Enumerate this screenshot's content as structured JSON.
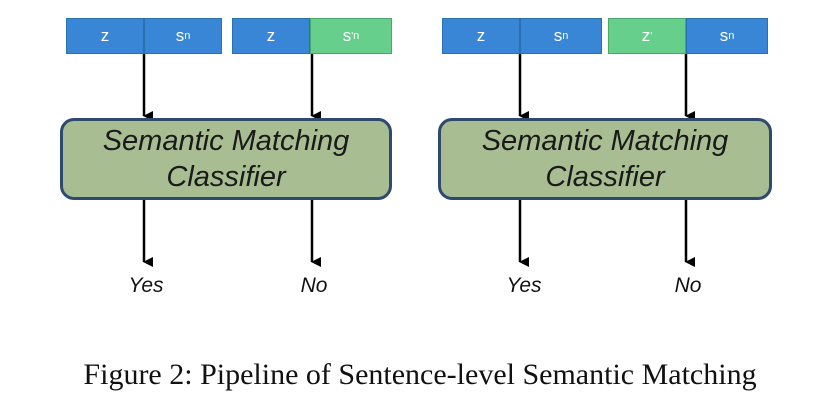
{
  "left_panel": {
    "tokens": [
      {
        "main": "z",
        "sub": "",
        "sup": "",
        "color": "blue"
      },
      {
        "main": "s",
        "sub": "n",
        "sup": "",
        "color": "blue"
      },
      {
        "main": "z",
        "sub": "",
        "sup": "",
        "color": "blue"
      },
      {
        "main": "s",
        "sub": "n",
        "sup": "'",
        "color": "green"
      }
    ],
    "classifier": {
      "line1": "Semantic Matching",
      "line2": "Classifier"
    },
    "outputs": [
      "Yes",
      "No"
    ]
  },
  "right_panel": {
    "tokens": [
      {
        "main": "z",
        "sub": "",
        "sup": "",
        "color": "blue"
      },
      {
        "main": "s",
        "sub": "n",
        "sup": "",
        "color": "blue"
      },
      {
        "main": "z",
        "sub": "",
        "sup": "'",
        "color": "green"
      },
      {
        "main": "s",
        "sub": "n",
        "sup": "",
        "color": "blue"
      }
    ],
    "classifier": {
      "line1": "Semantic Matching",
      "line2": "Classifier"
    },
    "outputs": [
      "Yes",
      "No"
    ]
  },
  "caption": "Figure 2: Pipeline of Sentence-level Semantic Matching",
  "colors": {
    "token_blue": "#3a86d6",
    "token_green": "#66cf8c",
    "classifier_fill": "#a8bd92",
    "classifier_border": "#2f4a6f"
  }
}
